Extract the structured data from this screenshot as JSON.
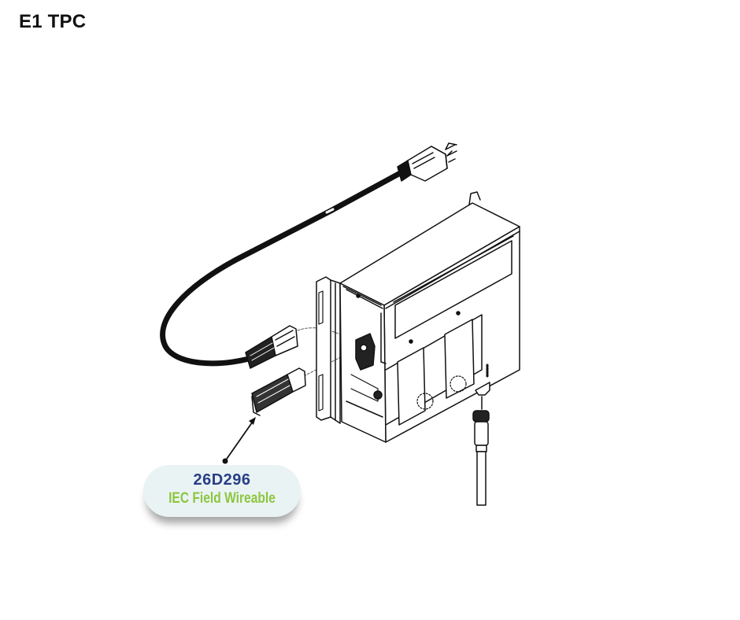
{
  "page": {
    "title": "E1 TPC"
  },
  "diagram": {
    "description": "Isometric line drawing of TPC unit with power cord and IEC connector",
    "components": [
      {
        "id": "power-cord",
        "label": "Power cord with NEMA plug"
      },
      {
        "id": "iec-connector",
        "label": "IEC connector"
      },
      {
        "id": "iec-field-wireable",
        "label": "IEC field wireable connector"
      },
      {
        "id": "tpc-box",
        "label": "TPC enclosure"
      },
      {
        "id": "cable-fitting",
        "label": "Cable fitting"
      }
    ],
    "callout": {
      "part_number": "26D296",
      "description": "IEC Field Wireable",
      "colors": {
        "background": "#eaf3f4",
        "part_number": "#283e86",
        "description": "#8cc63f"
      }
    }
  }
}
